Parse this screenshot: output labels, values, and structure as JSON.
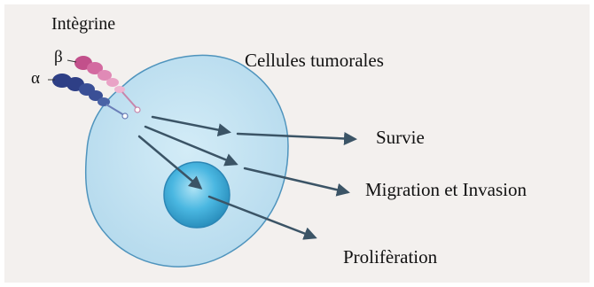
{
  "labels": {
    "integrin": "Intègrine",
    "cells": "Cellules tumorales",
    "survival": "Survie",
    "migration": "Migration et Invasion",
    "proliferation": "Prolifèration",
    "beta": "β",
    "alpha": "α"
  },
  "colors": {
    "background": "#f3f0ee",
    "cell_fill": "#bfe1f1",
    "cell_stroke": "#4f94bd",
    "nucleus": "#4ab7e1",
    "arrow": "#3b5466",
    "integrin_alpha": "#2e3f86",
    "integrin_beta": "#c2508b"
  }
}
